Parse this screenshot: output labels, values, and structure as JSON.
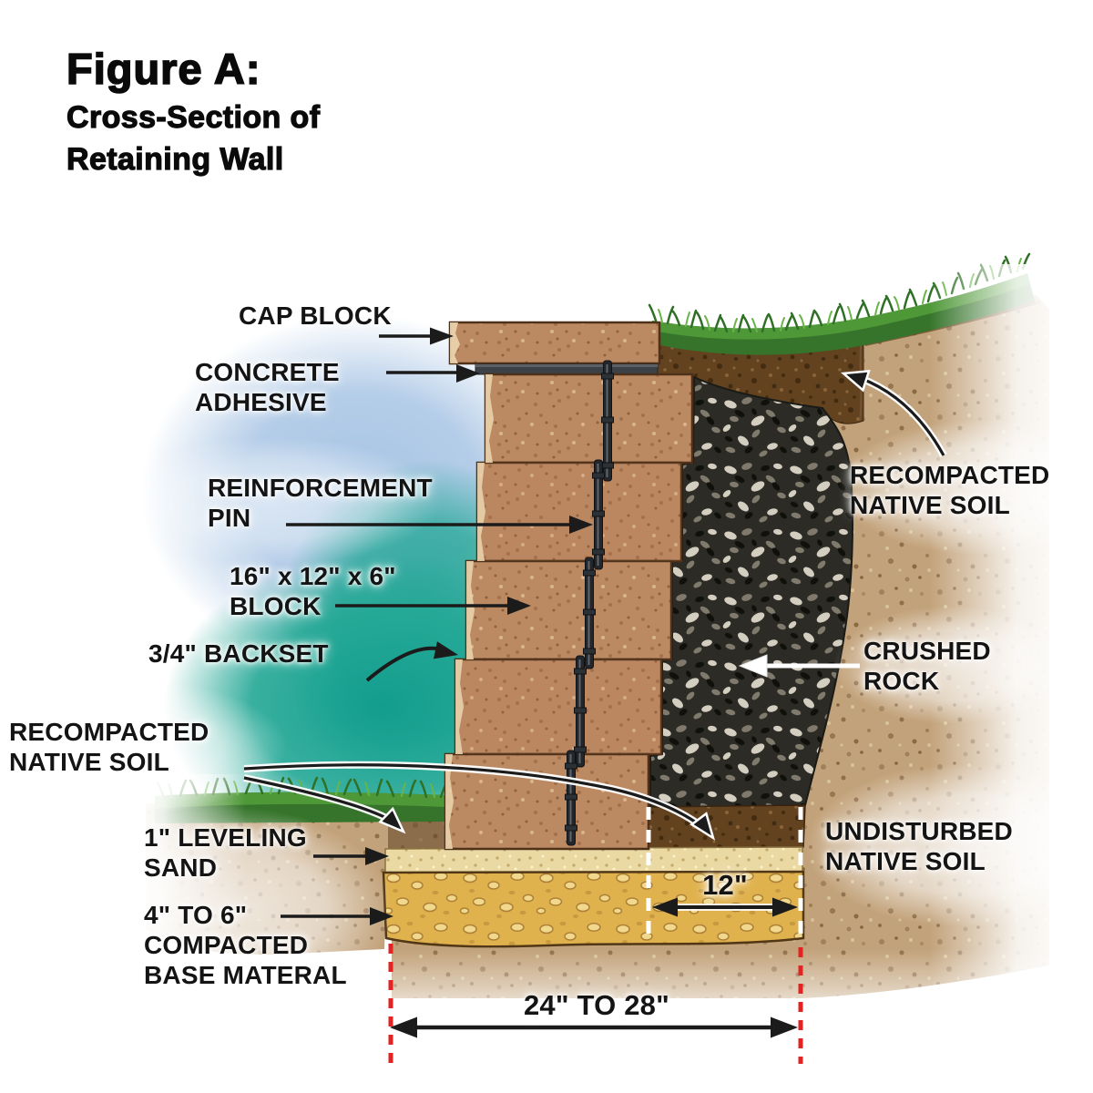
{
  "figure": {
    "title_line1": "Figure A:",
    "title_line2": "Cross-Section of",
    "title_line3": "Retaining Wall"
  },
  "labels": {
    "cap_block": "CAP BLOCK",
    "concrete_adhesive": "CONCRETE\nADHESIVE",
    "reinforcement_pin": "REINFORCEMENT\nPIN",
    "block_size": "16\" x 12\" x 6\"\nBLOCK",
    "backset": "3/4\" BACKSET",
    "recompacted_native_soil_left": "RECOMPACTED\nNATIVE SOIL",
    "leveling_sand": "1\" LEVELING\nSAND",
    "compacted_base": "4\" TO 6\"\nCOMPACTED\nBASE MATERAL",
    "recompacted_native_soil_right": "RECOMPACTED\nNATIVE SOIL",
    "crushed_rock": "CRUSHED\nROCK",
    "undisturbed_native_soil": "UNDISTURBED\nNATIVE SOIL"
  },
  "dimensions": {
    "gravel_depth": "12\"",
    "base_width": "24\" TO 28\""
  },
  "colors": {
    "teal_wash": "#17a192",
    "sky_wash": "#a7c4e4",
    "block_tan": "#bd8a64",
    "crushed_rock": "#2c2b26",
    "base_gold": "#e0b24e",
    "leveling_sand": "#ead9a2",
    "grass_green": "#35742a",
    "soil_tan": "#c2a27a",
    "humus_brown": "#63421f",
    "dimension_red": "#e32222",
    "label_black": "#141414"
  }
}
